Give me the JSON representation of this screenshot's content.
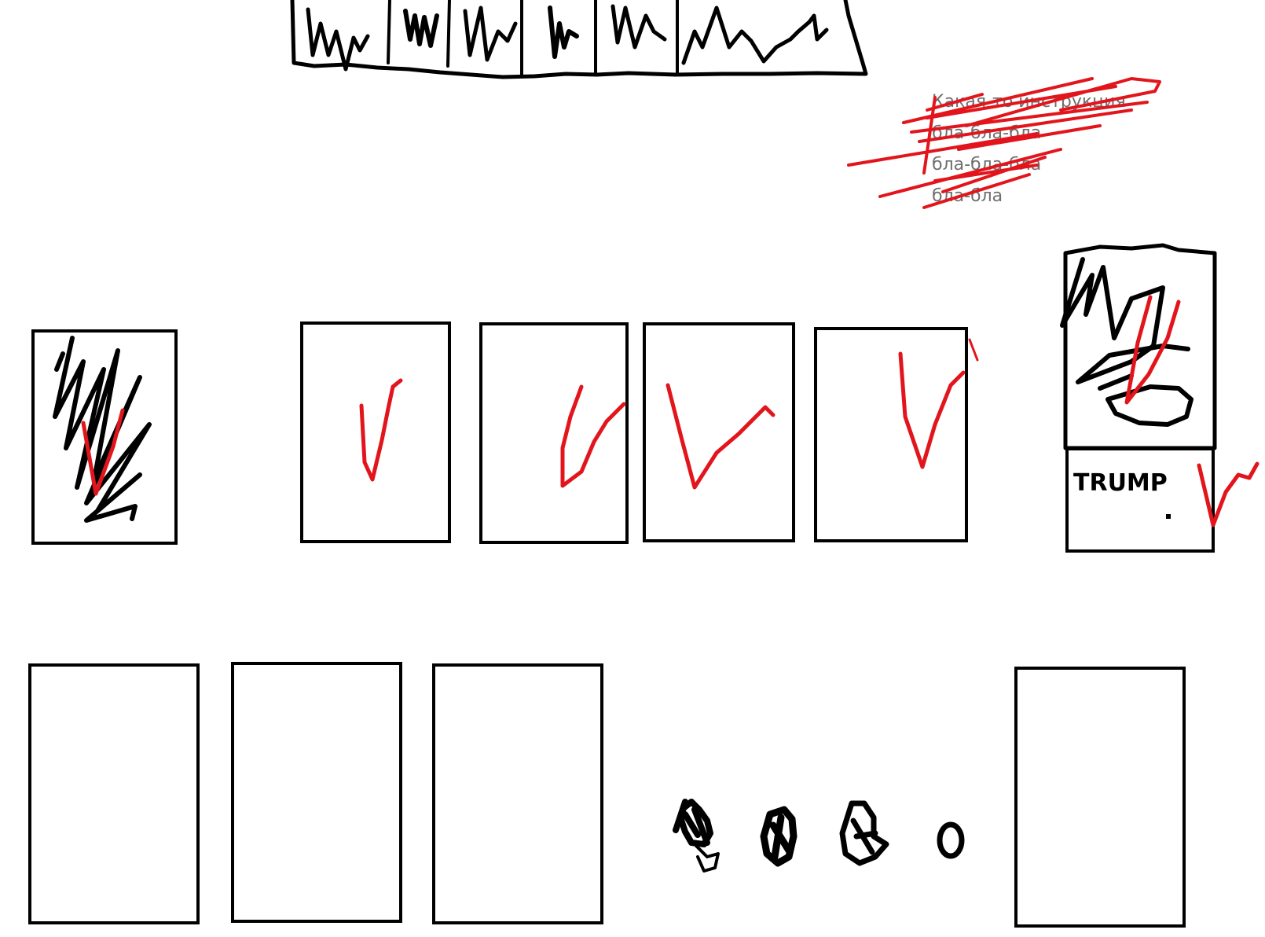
{
  "sketch": {
    "note_lines": [
      "Какая-то инструкция",
      "бла-бла-бла",
      "бла-бла-бла",
      "бла-бла"
    ],
    "label_card_text": "TRUMP",
    "colors": {
      "ink": "#000000",
      "accent": "#e2151c",
      "faint_text": "#6e6e6e",
      "background": "#ffffff"
    }
  }
}
